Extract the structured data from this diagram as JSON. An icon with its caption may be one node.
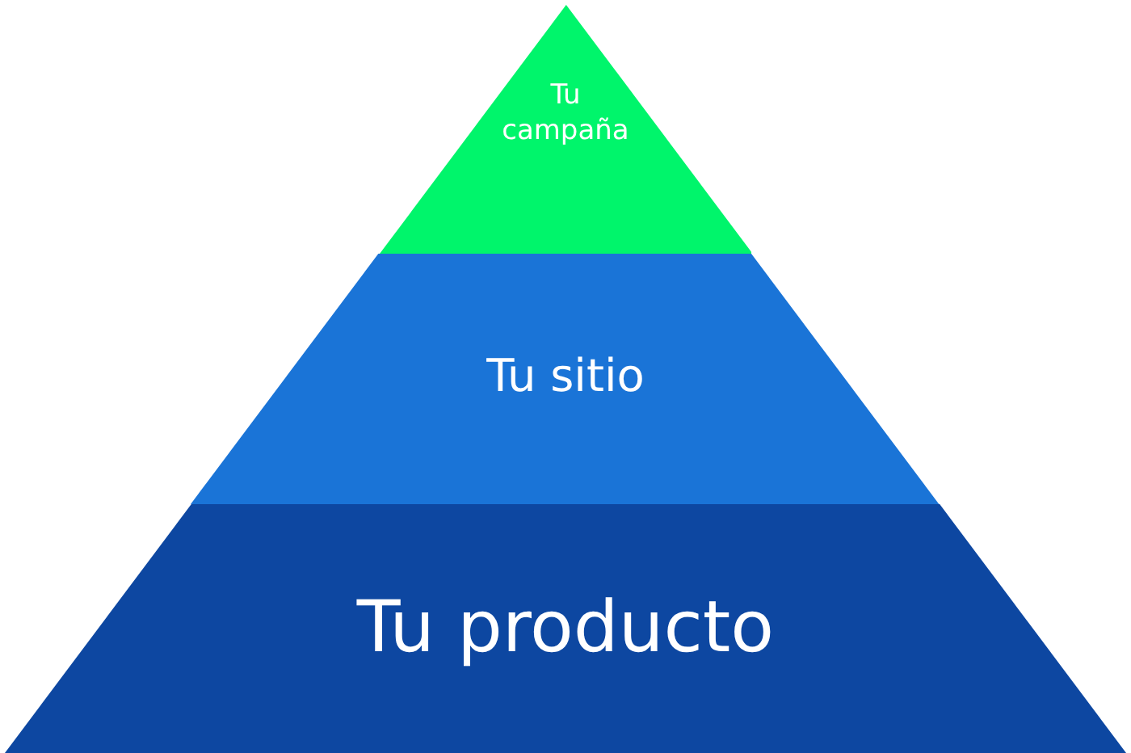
{
  "diagram": {
    "nodes": [
      {
        "text": [
          "Tu campaña"
        ]
      },
      {
        "text": [
          "Tu sitio"
        ]
      },
      {
        "text": [
          "Tu producto"
        ]
      }
    ]
  }
}
